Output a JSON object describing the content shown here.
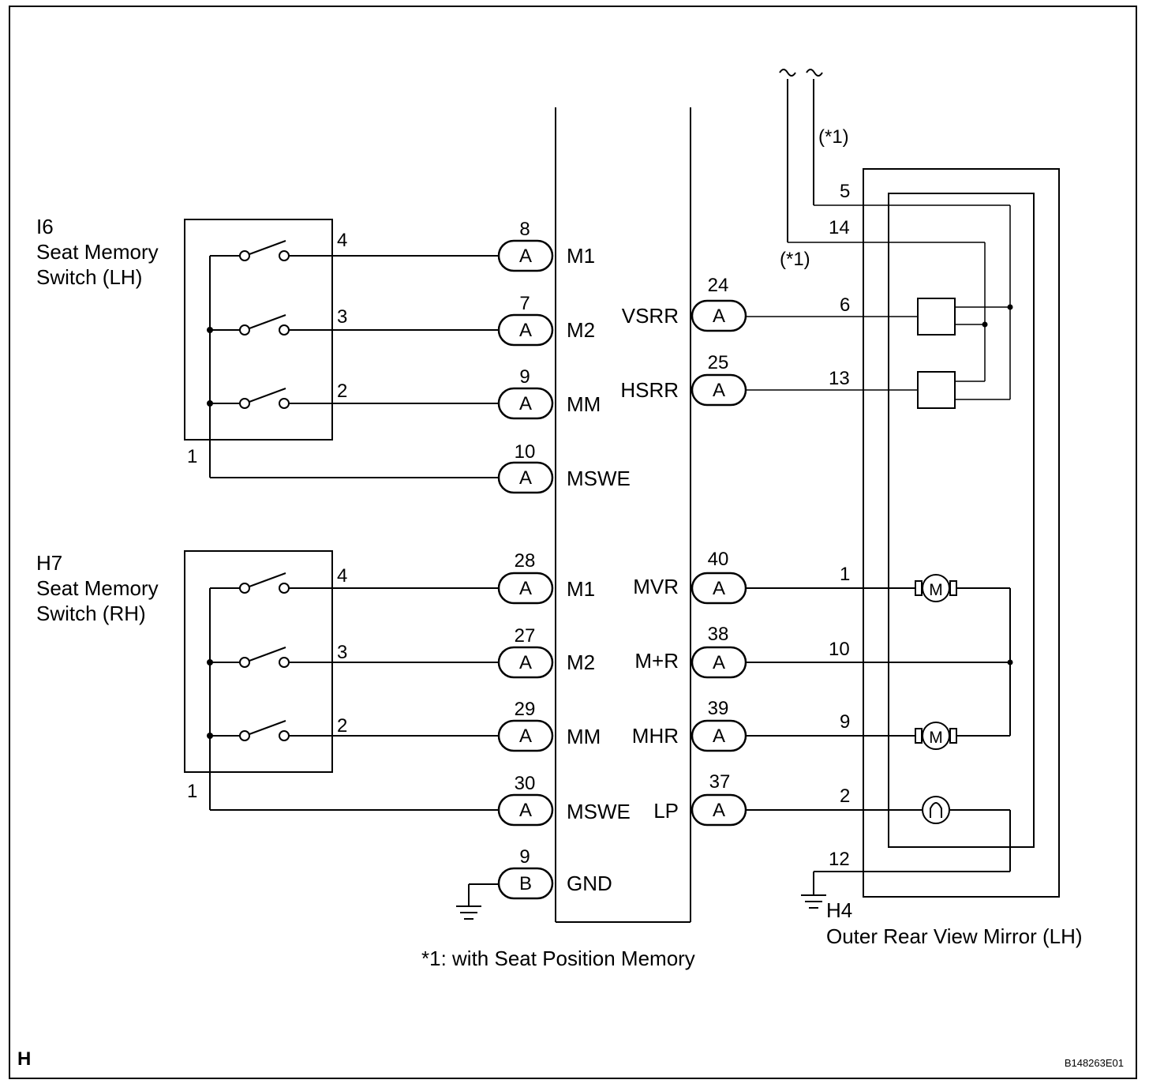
{
  "diagram": {
    "page_code": "H",
    "figure_id": "B148263E01",
    "footnote": "*1: with Seat Position Memory",
    "ecu_pins_left": [
      {
        "num": "8",
        "conn": "A",
        "name": "M1"
      },
      {
        "num": "7",
        "conn": "A",
        "name": "M2"
      },
      {
        "num": "9",
        "conn": "A",
        "name": "MM"
      },
      {
        "num": "10",
        "conn": "A",
        "name": "MSWE"
      },
      {
        "num": "28",
        "conn": "A",
        "name": "M1"
      },
      {
        "num": "27",
        "conn": "A",
        "name": "M2"
      },
      {
        "num": "29",
        "conn": "A",
        "name": "MM"
      },
      {
        "num": "30",
        "conn": "A",
        "name": "MSWE"
      },
      {
        "num": "9",
        "conn": "B",
        "name": "GND"
      }
    ],
    "ecu_pins_right": [
      {
        "num": "24",
        "conn": "A",
        "name": "VSRR"
      },
      {
        "num": "25",
        "conn": "A",
        "name": "HSRR"
      },
      {
        "num": "40",
        "conn": "A",
        "name": "MVR"
      },
      {
        "num": "38",
        "conn": "A",
        "name": "M+R"
      },
      {
        "num": "39",
        "conn": "A",
        "name": "MHR"
      },
      {
        "num": "37",
        "conn": "A",
        "name": "LP"
      }
    ],
    "switch_lh": {
      "code": "I6",
      "name_line1": "Seat Memory",
      "name_line2": "Switch (LH)",
      "pins": [
        "4",
        "3",
        "2",
        "1"
      ]
    },
    "switch_rh": {
      "code": "H7",
      "name_line1": "Seat Memory",
      "name_line2": "Switch (RH)",
      "pins": [
        "4",
        "3",
        "2",
        "1"
      ]
    },
    "mirror": {
      "code": "H4",
      "name": "Outer Rear View Mirror (LH)",
      "pins": [
        "5",
        "14",
        "6",
        "13",
        "1",
        "10",
        "9",
        "2",
        "12"
      ],
      "note": "(*1)",
      "motor_symbol": "M"
    }
  }
}
